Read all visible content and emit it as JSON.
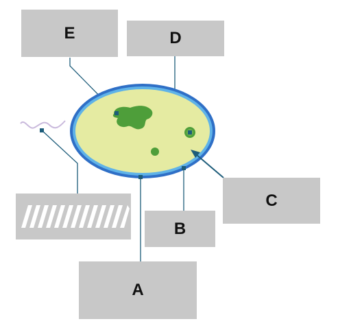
{
  "labels": {
    "a": "A",
    "b": "B",
    "c": "C",
    "d": "D",
    "e": "E"
  },
  "colors": {
    "box_fill": "#c8c8c8",
    "cell_wall": "#2f6fc6",
    "cell_membrane": "#5fb3e8",
    "cytoplasm": "#e5eba2",
    "nucleoid": "#4e9e3a",
    "leader_line": "#1d5c7a"
  }
}
